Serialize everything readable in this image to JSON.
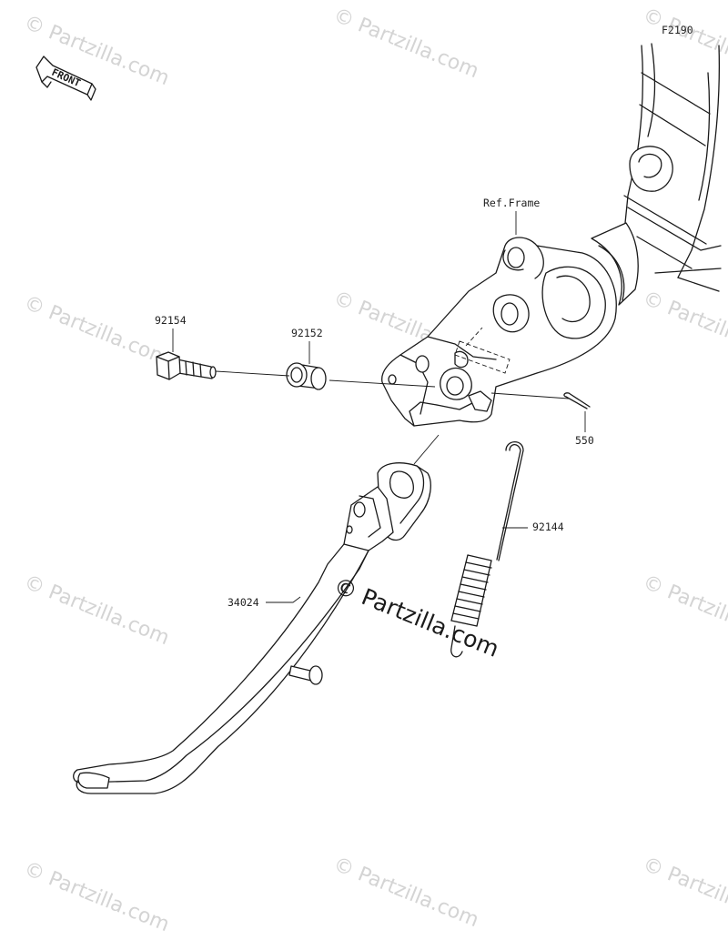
{
  "diagram_code": "F2190",
  "front_label": "FRONT",
  "ref_frame_label": "Ref.Frame",
  "parts": {
    "bolt": "92154",
    "collar": "92152",
    "cotter_pin": "550",
    "spring": "92144",
    "side_stand": "34024"
  },
  "watermark_text": "© Partzilla.com",
  "center_watermark_text": "© Partzilla.com"
}
